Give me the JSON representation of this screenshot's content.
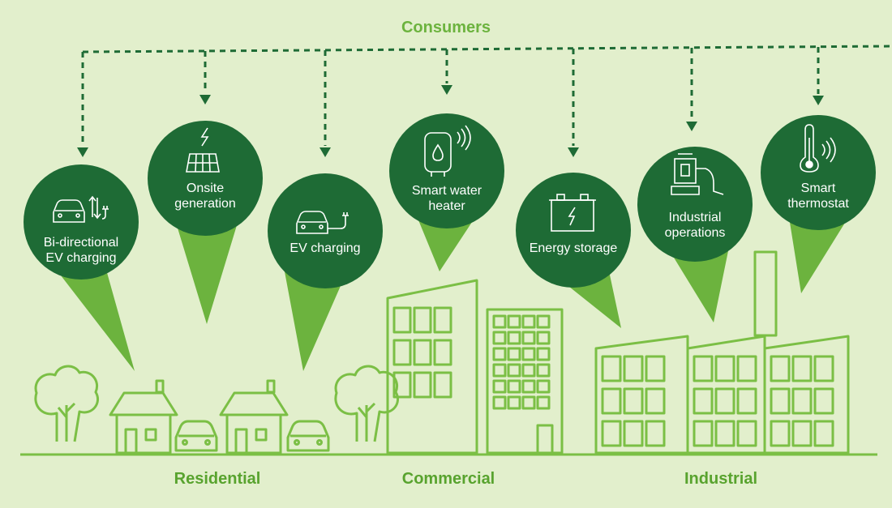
{
  "title": "Consumers",
  "sectors": [
    "Residential",
    "Commercial",
    "Industrial"
  ],
  "pins": [
    {
      "label": "Bi-directional\nEV charging",
      "icon": "bidirectional-ev-charging-icon"
    },
    {
      "label": "Onsite\ngeneration",
      "icon": "solar-panel-icon"
    },
    {
      "label": "EV charging",
      "icon": "ev-charging-icon"
    },
    {
      "label": "Smart water\nheater",
      "icon": "water-heater-icon"
    },
    {
      "label": "Energy storage",
      "icon": "battery-icon"
    },
    {
      "label": "Industrial\noperations",
      "icon": "industrial-machine-icon"
    },
    {
      "label": "Smart\nthermostat",
      "icon": "thermometer-icon"
    }
  ],
  "colors": {
    "background": "#e2efcc",
    "pin_fill": "#1e6b35",
    "cone": "#6cb33e",
    "line": "#7bbf45",
    "title_text": "#6cb33e",
    "sector_text": "#58a32e",
    "arrow": "#1e6b35"
  }
}
